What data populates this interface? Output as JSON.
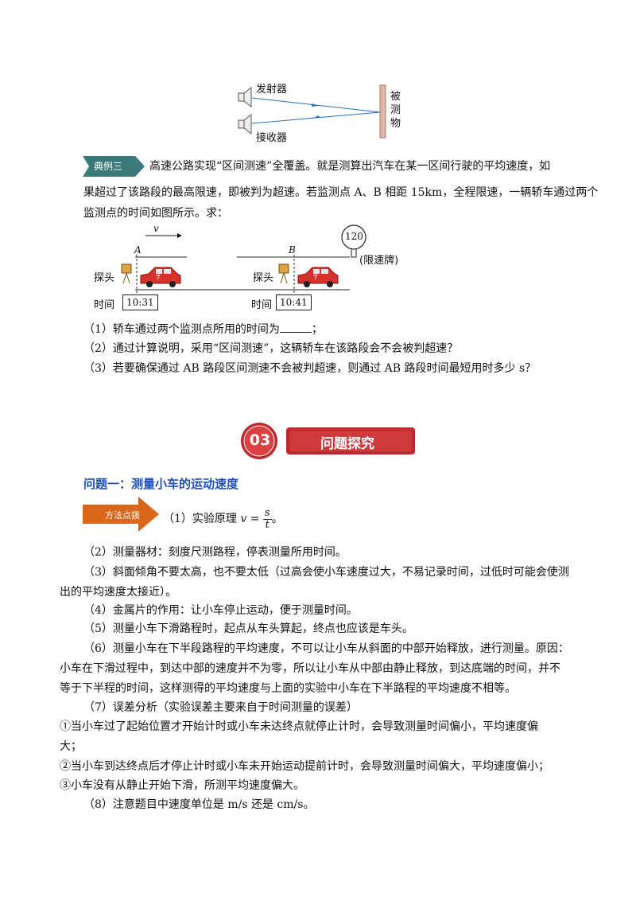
{
  "fig1": {
    "transmitter": "发射器",
    "receiver": "接收器",
    "object_lines": [
      "被",
      "测",
      "物"
    ]
  },
  "example3": {
    "badge": "典例三",
    "lines": [
      "高速公路实现“区间测速”全覆盖。就是测算出汽车在某一区间行驶的平均速度，如",
      "果超过了该路段的最高限速，即被判为超速。若监测点 A、B 相距 15km，全程限速，一辆轿车通过两个",
      "监测点的时间如图所示。求："
    ]
  },
  "fig2": {
    "v_label": "v",
    "point_a": "A",
    "point_b": "B",
    "speed_limit": "120",
    "limit_sign_label": "(限速牌)",
    "probe_label": "探头",
    "time_label": "时间",
    "time_a": "10:31",
    "time_b": "10:41",
    "car_number": "7"
  },
  "questions": {
    "q1_prefix": "（1）轿车通过两个监测点所用的时间为",
    "q1_suffix": "；",
    "q2": "（2）通过计算说明，采用“区间测速”，这辆轿车在该路段会不会被判超速？",
    "q3": "（3）若要确保通过 AB 路段区间测速不会被判超速，则通过 AB 路段时间最短用时多少 s？"
  },
  "section": {
    "number": "03",
    "title": "问题探究"
  },
  "problem1": {
    "heading": "问题一：测量小车的运动速度",
    "method_badge": "方法点拨",
    "p1_prefix": "（1）实验原理",
    "formula_lhs": "v =",
    "formula_num": "s",
    "formula_den": "t",
    "p1_suffix": "。",
    "lines": [
      "（2）测量器材：刻度尺测路程，停表测量所用时间。",
      "（3）斜面倾角不要太高，也不要太低（过高会使小车速度过大，不易记录时间，过低时可能会使测",
      "出的平均速度太接近）。",
      "（4）金属片的作用：让小车停止运动，便于测量时间。",
      "（5）测量小车下滑路程时，起点从车头算起，终点也应该是车头。",
      "（6）测量小车在下半段路程的平均速度，不可以让小车从斜面的中部开始释放，进行测量。原因：",
      "小车在下滑过程中，到达中部的速度并不为零，所以让小车从中部由静止释放，到达底端的时间，并不",
      "等于下半程的时间，这样测得的平均速度与上面的实验中小车在下半路程的平均速度不相等。",
      "（7）误差分析（实验误差主要来自于时间测量的误差）",
      "①当小车过了起始位置才开始计时或小车未达终点就停止计时，会导致测量时间偏小，平均速度偏",
      "大；",
      "②当小车到达终点后才停止计时或小车未开始运动提前计时，会导致测量时间偏大，平均速度偏小；",
      "③小车没有从静止开始下滑，所测平均速度偏大。",
      "（8）注意题目中速度单位是 m/s 还是 cm/s。"
    ]
  },
  "colors": {
    "badge_teal": "#3a7a7a",
    "heading_blue": "#1f4fbf",
    "method_orange": "#d8661b",
    "section_red": "#c0282c"
  }
}
